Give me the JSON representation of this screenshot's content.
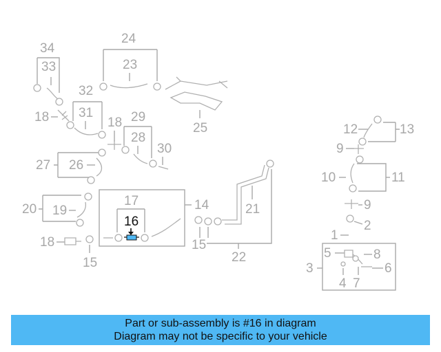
{
  "diagram": {
    "callouts": [
      "34",
      "33",
      "32",
      "31",
      "24",
      "23",
      "25",
      "18",
      "29",
      "28",
      "30",
      "27",
      "26",
      "17",
      "14",
      "16",
      "20",
      "19",
      "18",
      "15",
      "15",
      "22",
      "21",
      "12",
      "13",
      "9",
      "10",
      "11",
      "9",
      "1",
      "2",
      "5",
      "8",
      "3",
      "6",
      "4",
      "7"
    ],
    "highlighted_part": "16",
    "highlight_color": "#4fb8f4",
    "line_color": "#a8a8a8"
  },
  "banner": {
    "line1": "Part or sub-assembly is #16 in diagram",
    "line2": "Diagram may not be specific to your vehicle",
    "background": "#4fb8f4"
  }
}
